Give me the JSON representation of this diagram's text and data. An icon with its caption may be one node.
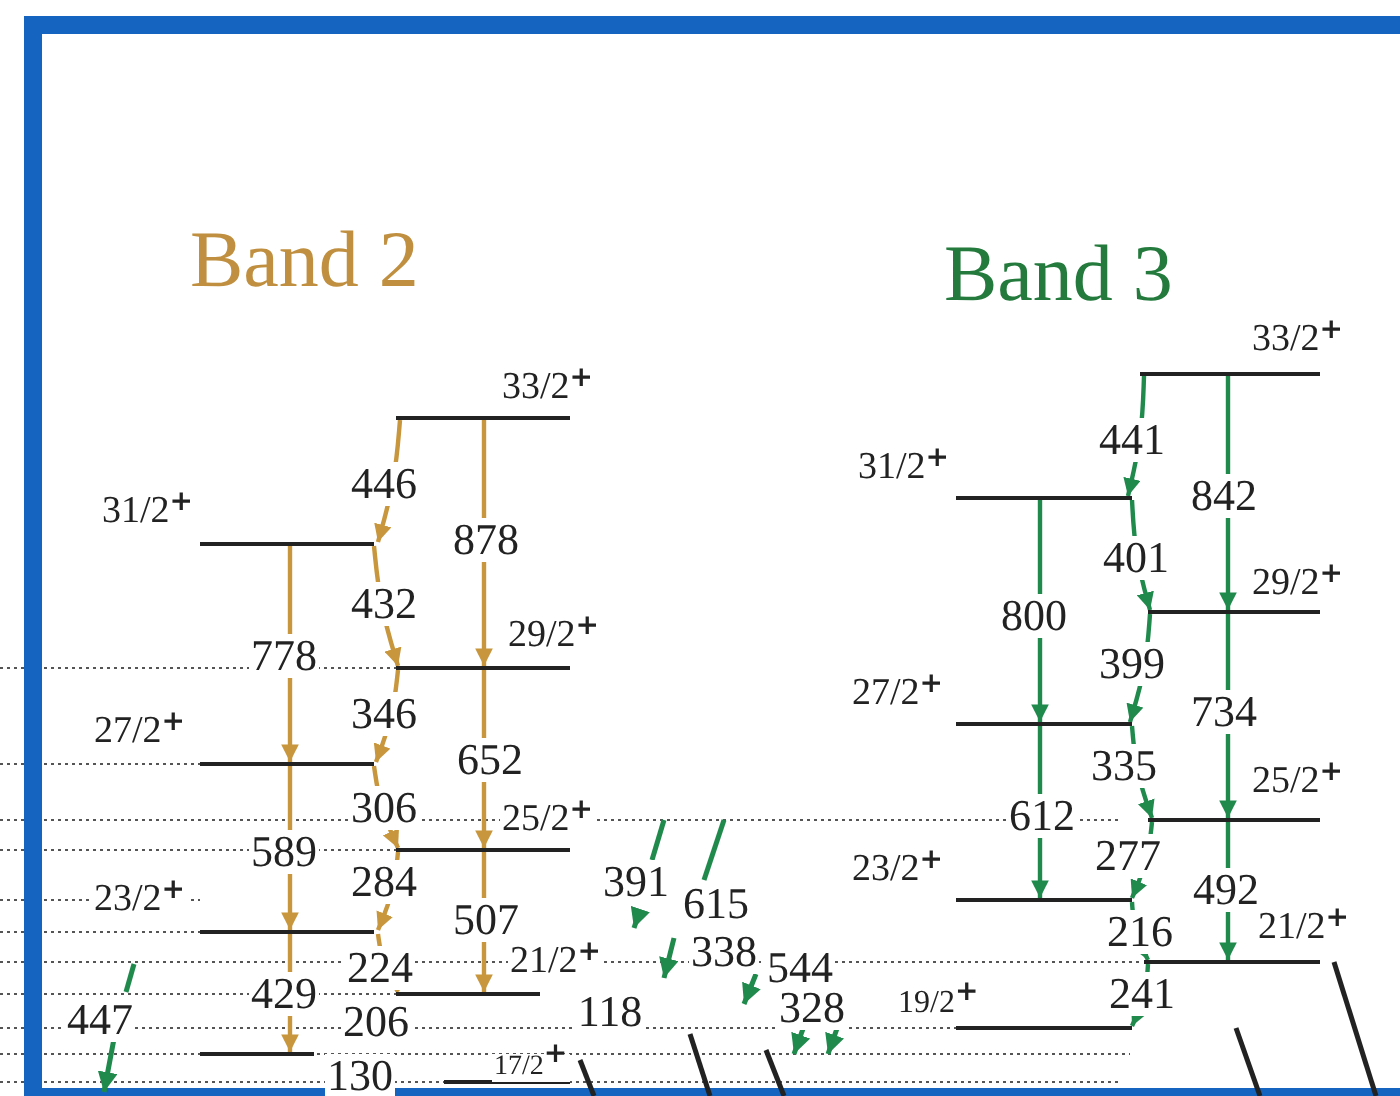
{
  "diagram": {
    "title": "Band 2",
    "nodes": [
      {
        "text": [],
        "shape": "bar",
        "beside": [
          "33/2$^{+}$"
        ]
      },
      {
        "text": [],
        "shape": "bar",
        "beside": [
          "31/2$^{+}$"
        ]
      },
      {
        "text": [],
        "shape": "bar",
        "beside": [
          "29/2$^{+}$"
        ]
      },
      {
        "text": [],
        "shape": "bar",
        "beside": [
          "27/2$^{+}$"
        ]
      },
      {
        "text": [],
        "shape": "bar",
        "beside": [
          "25/2$^{+}$"
        ]
      },
      {
        "text": [],
        "shape": "bar",
        "beside": [
          "23/2$^{+}$"
        ]
      },
      {
        "text": [],
        "shape": "bar",
        "beside": [
          "21/2$^{+}$"
        ]
      },
      {
        "text": [],
        "shape": "bar"
      },
      {
        "text": [],
        "shape": "bar",
        "beside": [
          "17/2$^{+}$"
        ]
      },
      {
        "text": [],
        "shape": "bar",
        "beside": [
          "33/2$^{+}$"
        ]
      },
      {
        "text": [],
        "shape": "bar",
        "beside": [
          "31/2$^{+}$"
        ]
      },
      {
        "text": [],
        "shape": "bar",
        "beside": [
          "29/2$^{+}$"
        ]
      },
      {
        "text": [],
        "shape": "bar",
        "beside": [
          "27/2$^{+}$"
        ]
      },
      {
        "text": [],
        "shape": "bar",
        "beside": [
          "25/2$^{+}$"
        ]
      },
      {
        "text": [],
        "shape": "bar",
        "beside": [
          "23/2$^{+}$"
        ]
      },
      {
        "text": [],
        "shape": "bar",
        "beside": [
          "21/2$^{+}$"
        ]
      },
      {
        "text": [],
        "shape": "bar",
        "beside": [
          "19/2$^{+}$"
        ]
      }
    ],
    "edges": [
      {
        "from": 0,
        "to": 1,
        "arrow": "to",
        "label": "446",
        "color": "#c8963c"
      },
      {
        "from": 0,
        "to": 2,
        "arrow": "to",
        "label": "878",
        "color": "#c8963c"
      },
      {
        "from": 1,
        "to": 2,
        "arrow": "to",
        "label": "432",
        "color": "#c8963c"
      },
      {
        "from": 1,
        "to": 3,
        "arrow": "to",
        "label": "778",
        "color": "#c8963c"
      },
      {
        "from": 2,
        "to": 3,
        "arrow": "to",
        "label": "346",
        "color": "#c8963c"
      },
      {
        "from": 2,
        "to": 4,
        "arrow": "to",
        "label": "652",
        "color": "#c8963c"
      },
      {
        "from": 3,
        "to": 4,
        "arrow": "to",
        "label": "306",
        "color": "#c8963c"
      },
      {
        "from": 3,
        "to": 5,
        "arrow": "to",
        "label": "589",
        "color": "#c8963c"
      },
      {
        "from": 4,
        "to": 5,
        "arrow": "to",
        "label": "284",
        "color": "#c8963c"
      },
      {
        "from": 4,
        "to": 6,
        "arrow": "to",
        "label": "507",
        "color": "#c8963c"
      },
      {
        "from": 5,
        "to": 6,
        "arrow": "to",
        "label": "224",
        "color": "#c8963c"
      },
      {
        "from": 5,
        "to": 7,
        "arrow": "to",
        "label": "429",
        "color": "#c8963c"
      },
      {
        "from": 9,
        "to": 10,
        "arrow": "to",
        "label": "441",
        "color": "#1f8a4c"
      },
      {
        "from": 9,
        "to": 11,
        "arrow": "to",
        "label": "842",
        "color": "#1f8a4c"
      },
      {
        "from": 10,
        "to": 11,
        "arrow": "to",
        "label": "401",
        "color": "#1f8a4c"
      },
      {
        "from": 10,
        "to": 12,
        "arrow": "to",
        "label": "800",
        "color": "#1f8a4c"
      },
      {
        "from": 11,
        "to": 12,
        "arrow": "to",
        "label": "399",
        "color": "#1f8a4c"
      },
      {
        "from": 11,
        "to": 13,
        "arrow": "to",
        "label": "734",
        "color": "#1f8a4c"
      },
      {
        "from": 12,
        "to": 13,
        "arrow": "to",
        "label": "335",
        "color": "#1f8a4c"
      },
      {
        "from": 12,
        "to": 14,
        "arrow": "to",
        "label": "612",
        "color": "#1f8a4c"
      },
      {
        "from": 13,
        "to": 14,
        "arrow": "to",
        "label": "277",
        "color": "#1f8a4c"
      },
      {
        "from": 13,
        "to": 15,
        "arrow": "to",
        "label": "492",
        "color": "#1f8a4c"
      },
      {
        "from": 14,
        "to": 15,
        "arrow": "to",
        "label": "216",
        "color": "#1f8a4c"
      },
      {
        "from": 15,
        "to": 16,
        "arrow": "to",
        "label": "241",
        "color": "#1f8a4c"
      }
    ],
    "labels": [
      "Band 3",
      "391",
      "615",
      "338",
      "447",
      "206",
      "118",
      "544",
      "328",
      "130"
    ]
  }
}
